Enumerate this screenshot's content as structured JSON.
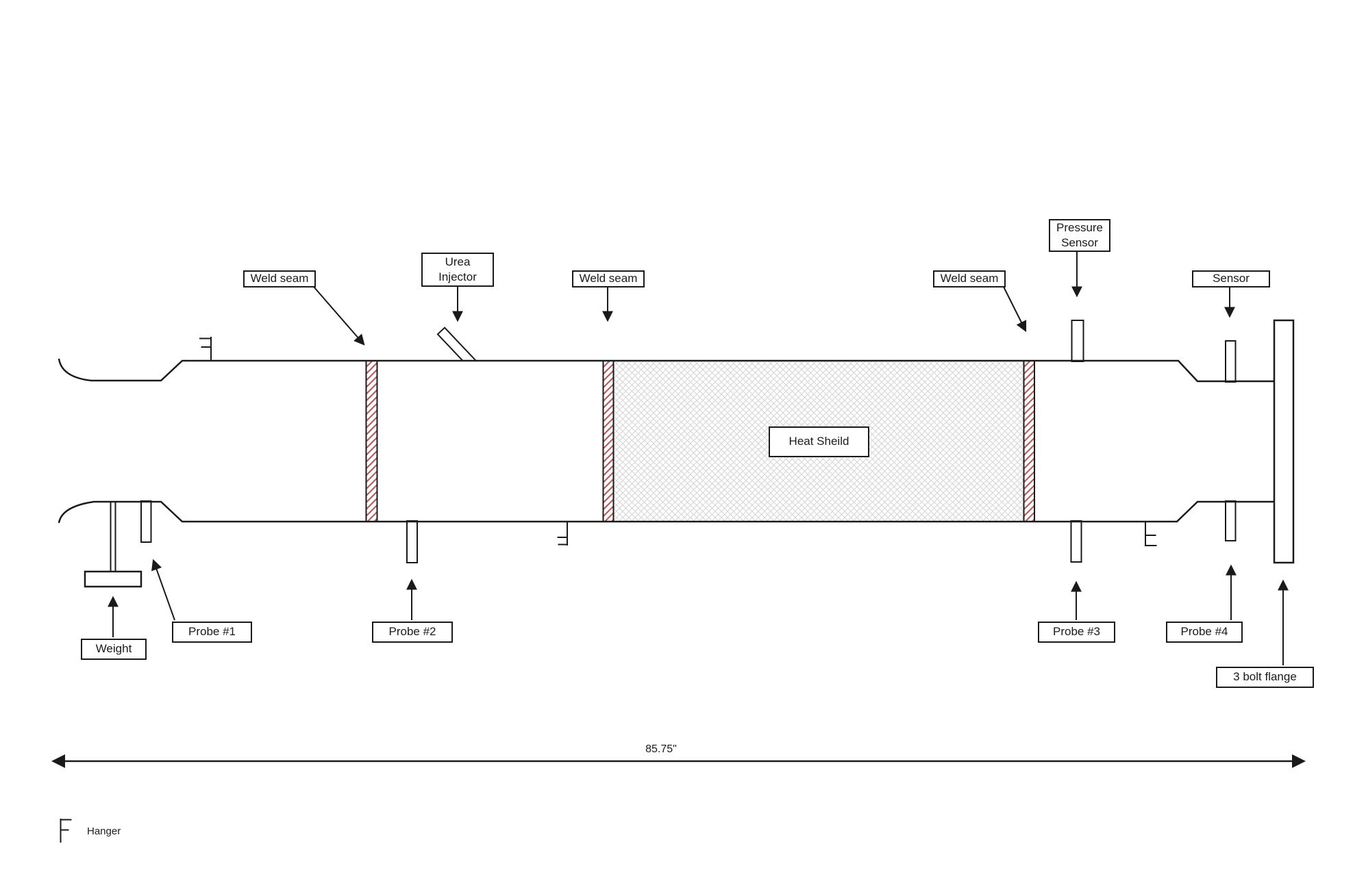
{
  "diagram": {
    "labels": {
      "weld_seam_1": "Weld seam",
      "urea_injector": "Urea\nInjector",
      "weld_seam_2": "Weld seam",
      "heat_shield": "Heat Sheild",
      "weld_seam_3": "Weld seam",
      "pressure_sensor": "Pressure\nSensor",
      "sensor": "Sensor",
      "weight": "Weight",
      "probe_1": "Probe #1",
      "probe_2": "Probe #2",
      "probe_3": "Probe #3",
      "probe_4": "Probe #4",
      "three_bolt_flange": "3 bolt flange"
    },
    "dimension": {
      "overall_length": "85.75\""
    },
    "legend": {
      "hanger": "Hanger"
    },
    "colors": {
      "line": "#1a1a1a",
      "weld_seam_hatch": "#b05a5a",
      "heat_shield_hatch": "#d4d4d4",
      "background": "#ffffff"
    }
  }
}
